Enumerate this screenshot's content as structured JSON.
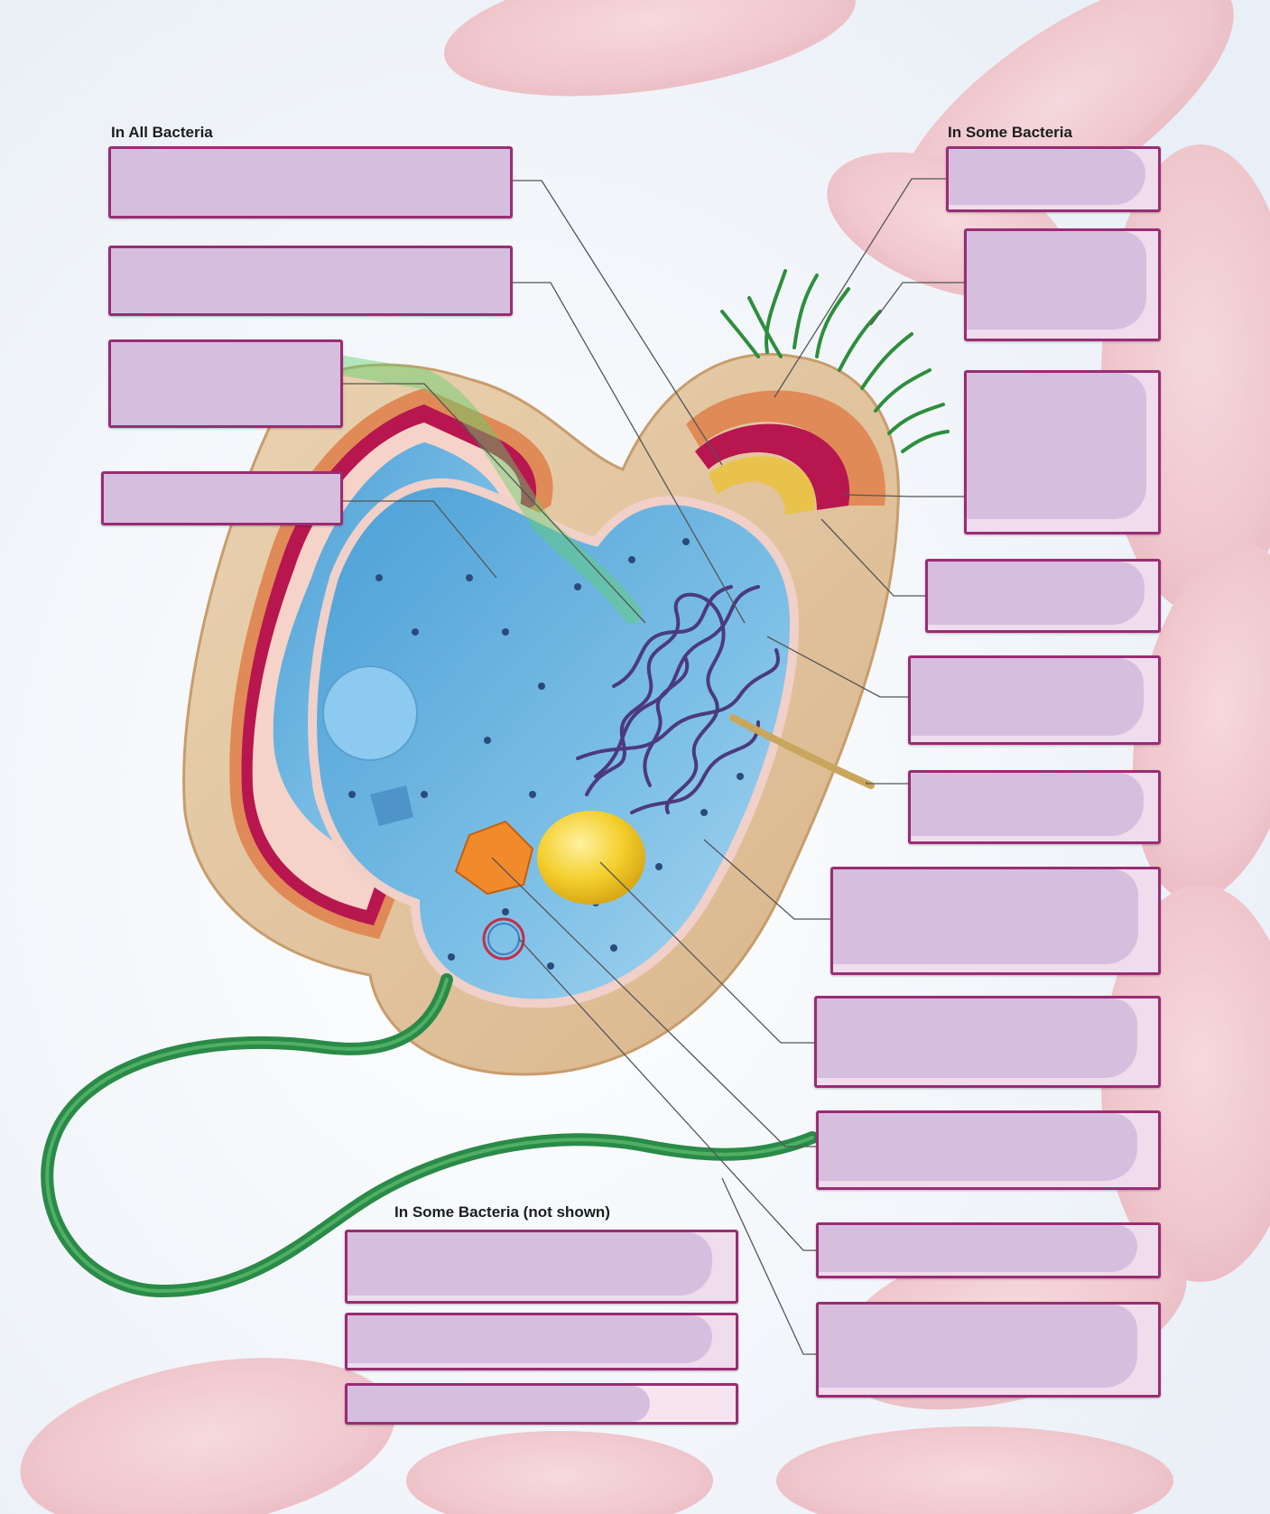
{
  "headings": {
    "in_all_bacteria": "In All Bacteria",
    "in_some_bacteria": "In Some Bacteria",
    "in_some_bacteria_not_shown": "In Some Bacteria (not shown)"
  },
  "label_boxes": {
    "left_group": [
      "",
      "",
      "",
      ""
    ],
    "right_group": [
      "",
      "",
      "",
      "",
      "",
      "",
      "",
      "",
      "",
      "",
      "",
      ""
    ],
    "bottom_group": [
      "",
      "",
      ""
    ]
  },
  "colors": {
    "label_border": "#9a2c74",
    "label_fill": "#d6bedf",
    "label_fill_light": "#efdcec",
    "leader_line": "#555555",
    "cytoplasm": "#5aa6d6",
    "capsule": "#e6c7a2",
    "cell_wall": "#b8164f",
    "flagellum": "#2a8a47",
    "pili": "#2d8e3c",
    "nucleoid": "#4b3a7d",
    "inclusion_body": "#f3cc2c",
    "ribosome": "#2b4b7c",
    "virus_capsid": "#f08a2a",
    "background_bacteria": "#f3c9cf"
  },
  "icons": [
    "rod-bacterium-cutaway",
    "flagellum",
    "pili",
    "nucleoid",
    "plasmid",
    "inclusion-body",
    "ribosome",
    "virus-particle"
  ]
}
